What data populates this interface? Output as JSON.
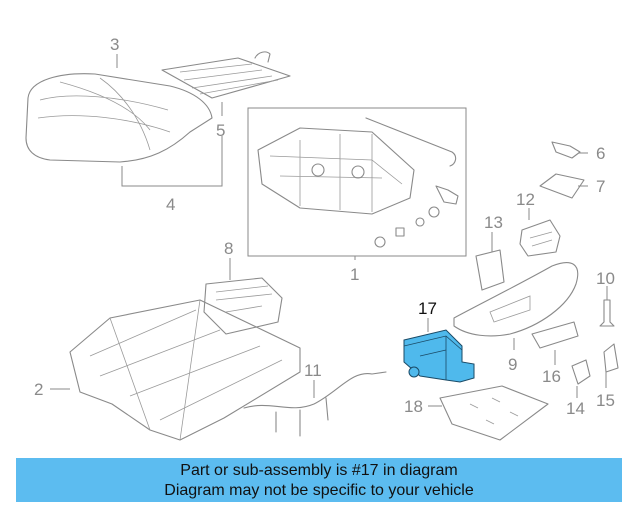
{
  "callouts": [
    {
      "id": "1",
      "label": "1"
    },
    {
      "id": "2",
      "label": "2"
    },
    {
      "id": "3",
      "label": "3"
    },
    {
      "id": "4",
      "label": "4"
    },
    {
      "id": "5",
      "label": "5"
    },
    {
      "id": "6",
      "label": "6"
    },
    {
      "id": "7",
      "label": "7"
    },
    {
      "id": "8",
      "label": "8"
    },
    {
      "id": "9",
      "label": "9"
    },
    {
      "id": "10",
      "label": "10"
    },
    {
      "id": "11",
      "label": "11"
    },
    {
      "id": "12",
      "label": "12"
    },
    {
      "id": "13",
      "label": "13"
    },
    {
      "id": "14",
      "label": "14"
    },
    {
      "id": "15",
      "label": "15"
    },
    {
      "id": "16",
      "label": "16"
    },
    {
      "id": "17",
      "label": "17"
    },
    {
      "id": "18",
      "label": "18"
    }
  ],
  "highlighted_part": "17",
  "colors": {
    "highlight_fill": "#4fb9ec",
    "banner_bg": "#5cbcf0",
    "line": "#8a8a8a"
  },
  "banner": {
    "line1": "Part or sub-assembly is #17 in diagram",
    "line2": "Diagram may not be specific to your vehicle"
  }
}
